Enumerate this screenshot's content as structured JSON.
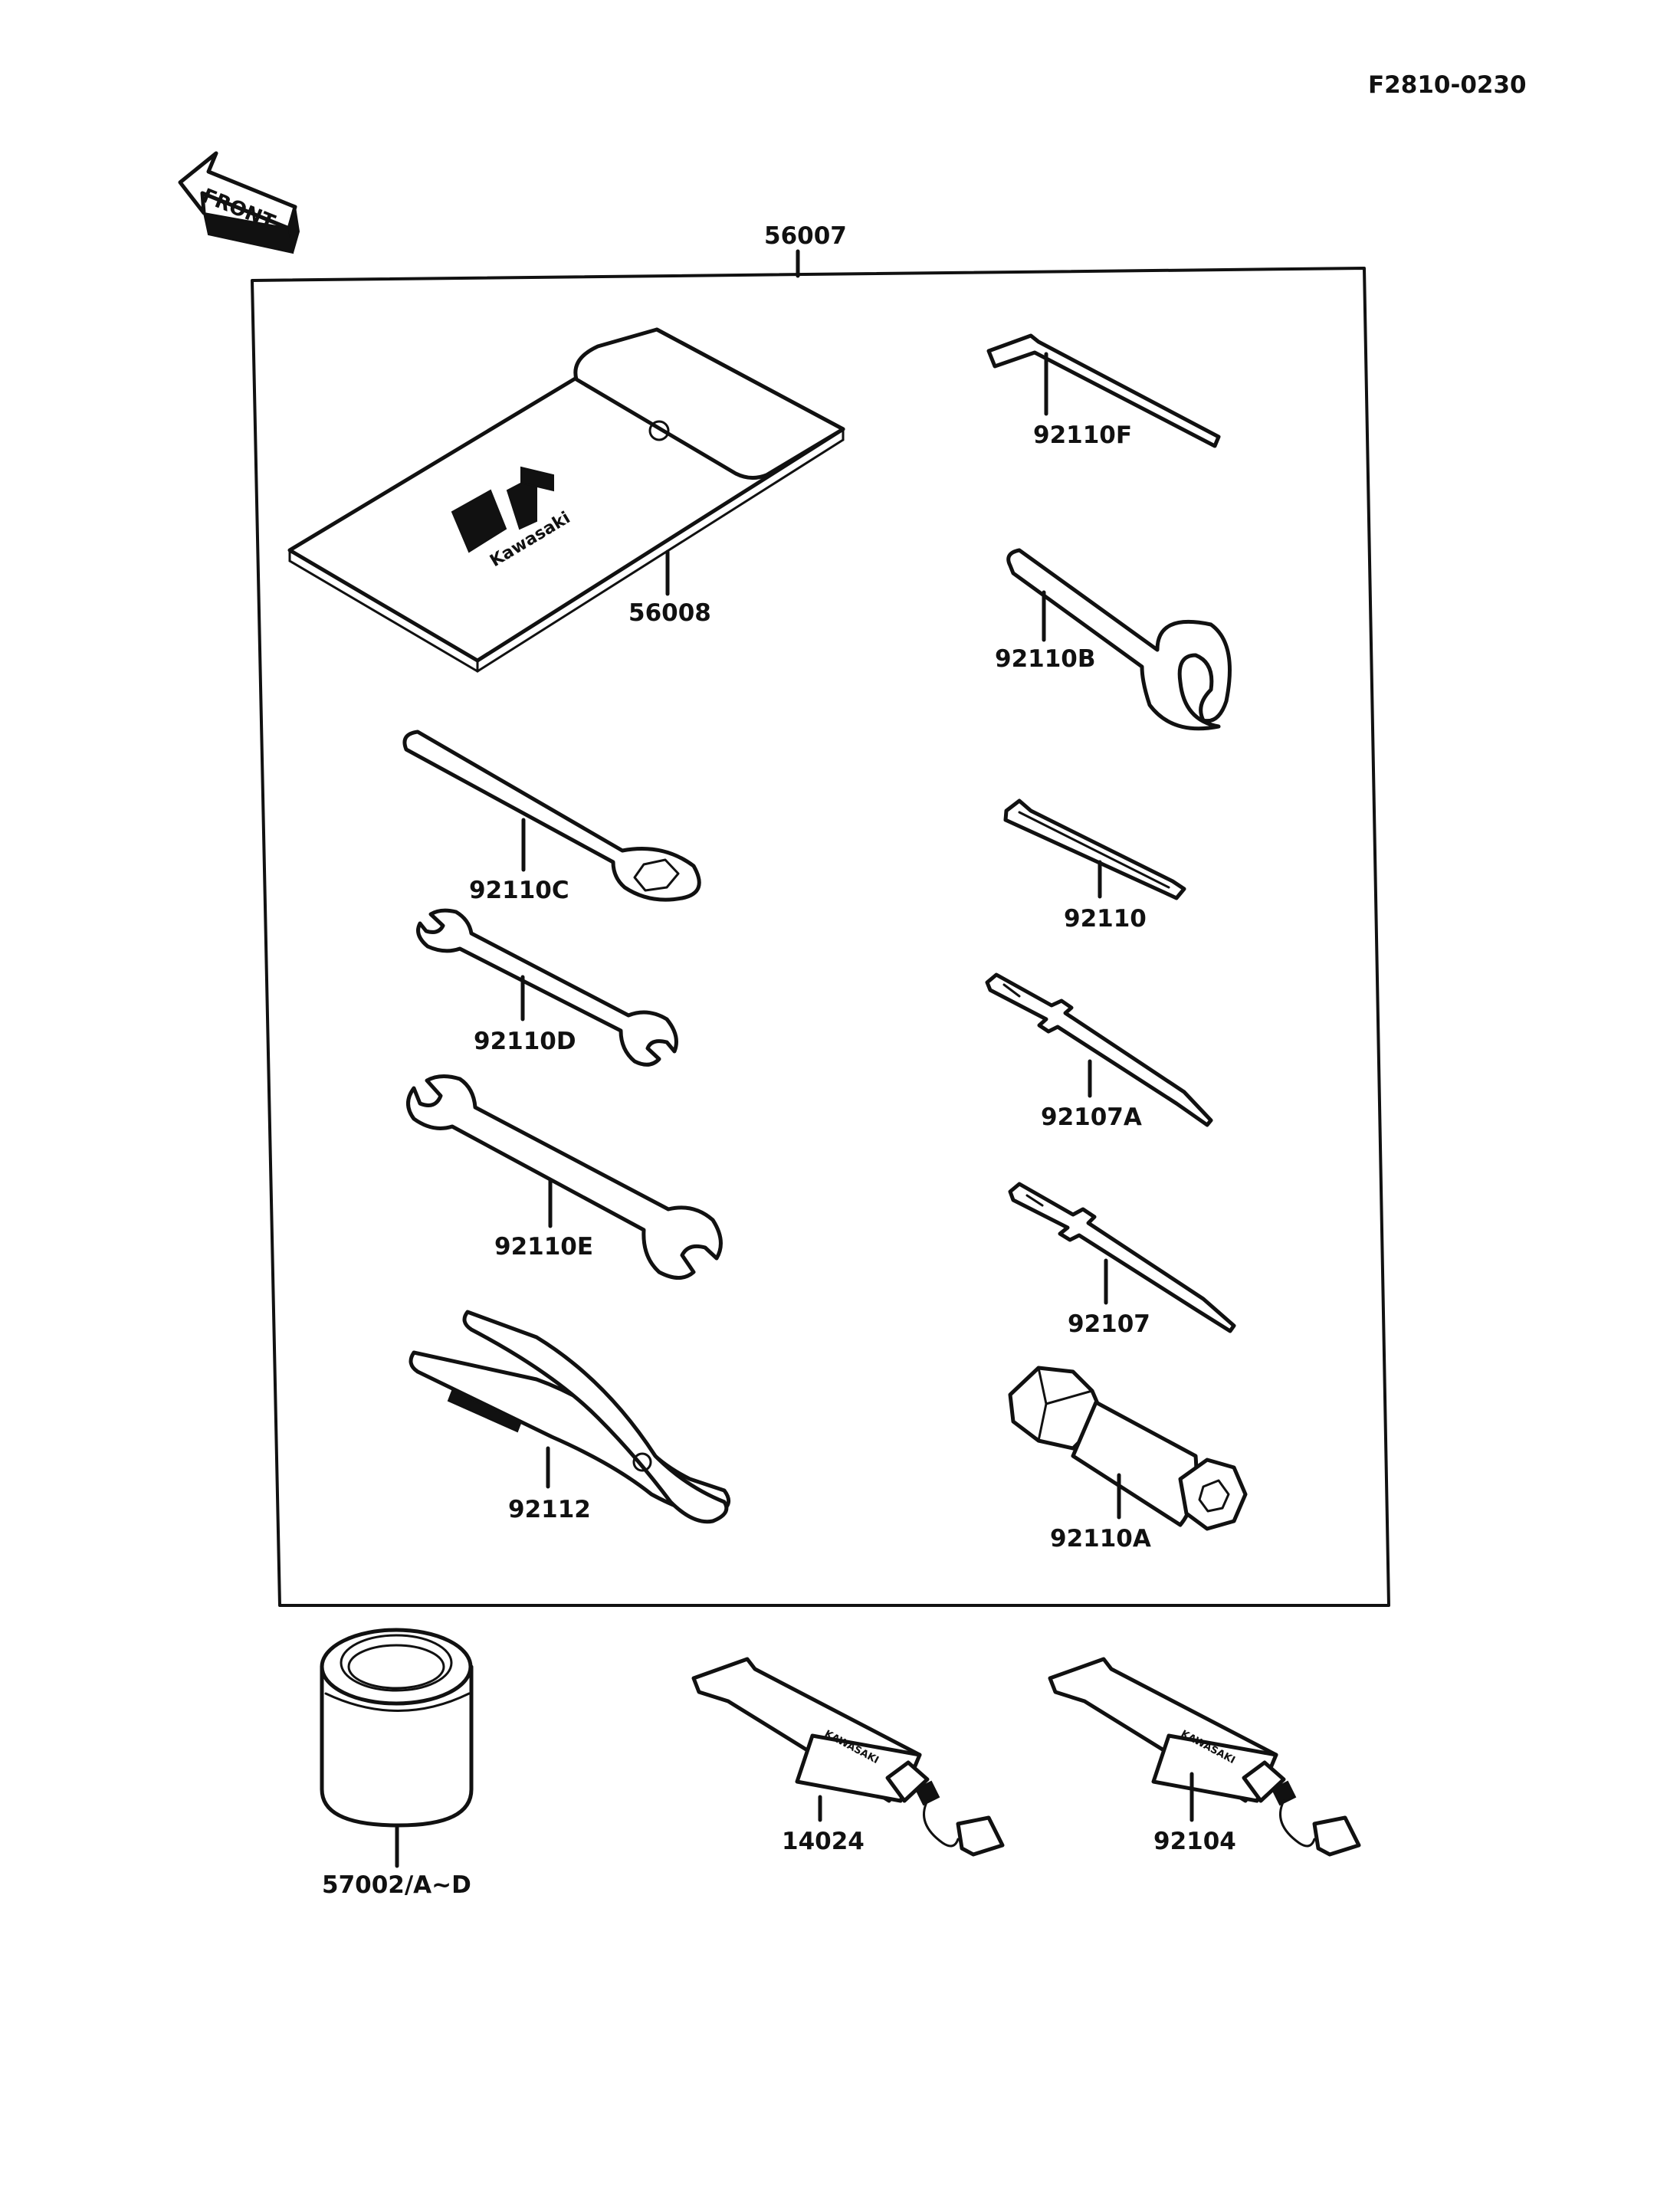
{
  "figure_code": "F2810-0230",
  "front_label": "FRONT",
  "assembly_part": "56007",
  "logo_text": "Kawasaki",
  "tube_text": "KAWASAKI",
  "parts": {
    "p56008": "56008",
    "p92110F": "92110F",
    "p92110B": "92110B",
    "p92110C": "92110C",
    "p92110": "92110",
    "p92110D": "92110D",
    "p92107A": "92107A",
    "p92110E": "92110E",
    "p92107": "92107",
    "p92112": "92112",
    "p92110A": "92110A",
    "p57002": "57002/A~D",
    "p14024": "14024",
    "p92104": "92104"
  },
  "icons": [
    "front-arrow-icon",
    "tool-bag-icon",
    "allen-key-icon",
    "hook-wrench-icon",
    "box-wrench-icon",
    "flat-wrench-icon",
    "open-end-wrench-icon",
    "screwdriver-icon",
    "pliers-icon",
    "spark-plug-socket-icon",
    "oil-can-icon",
    "grease-tube-icon"
  ]
}
